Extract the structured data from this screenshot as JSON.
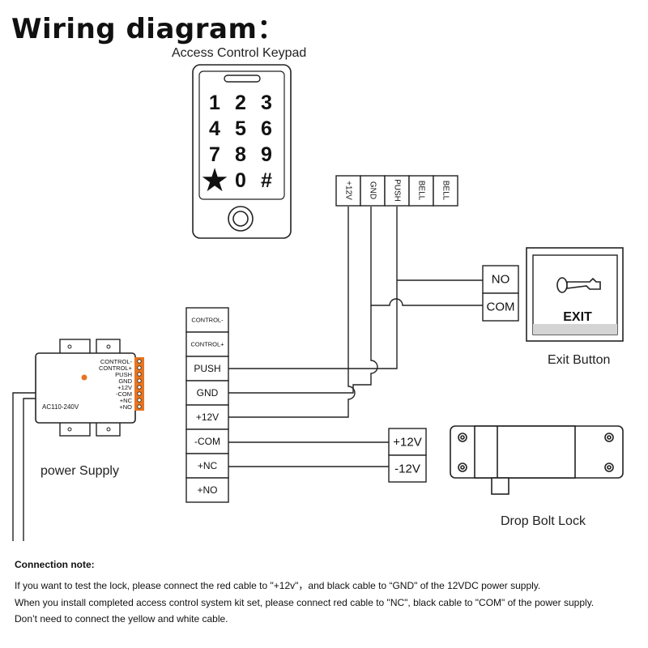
{
  "title": "Wiring diagram：",
  "keypad": {
    "label": "Access Control Keypad",
    "keys": [
      "1",
      "2",
      "3",
      "4",
      "5",
      "6",
      "7",
      "8",
      "9",
      "*",
      "0",
      "#"
    ]
  },
  "top_terminal": [
    "+12V",
    "GND",
    "PUSH",
    "BELL",
    "BELL"
  ],
  "exit_button": {
    "label": "Exit Button",
    "text": "EXIT",
    "terminals": [
      "NO",
      "COM"
    ]
  },
  "power_supply": {
    "label": "power Supply",
    "voltage": "AC110-240V",
    "pins": [
      "CONTROL-",
      "CONTROL+",
      "PUSH",
      "GND",
      "+12V",
      "-COM",
      "+NC",
      "+NO"
    ]
  },
  "main_terminal": [
    "CONTROL-",
    "CONTROL+",
    "PUSH",
    "GND",
    "+12V",
    "-COM",
    "+NC",
    "+NO"
  ],
  "lock_terminal": [
    "+12V",
    "-12V"
  ],
  "drop_bolt": {
    "label": "Drop Bolt Lock"
  },
  "notes": {
    "heading": "Connection note:",
    "lines": [
      "If you want to test the lock, please connect the red cable to \"+12v\"，and black cable to “GND\" of the 12VDC power supply.",
      "When you install completed access control system kit set, please connect red cable to \"NC\", black cable to \"COM\" of the power supply.",
      "Don’t need to connect the yellow and white cable."
    ]
  },
  "colors": {
    "accent": "#e8741e",
    "line": "#222222"
  }
}
